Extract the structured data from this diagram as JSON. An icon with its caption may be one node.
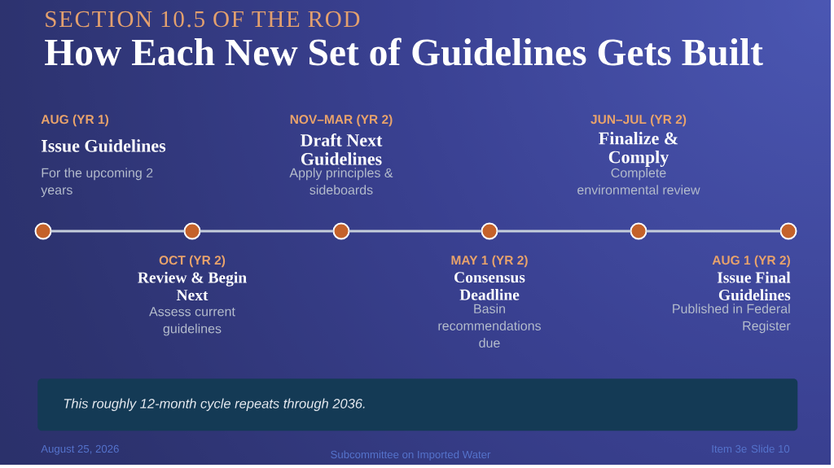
{
  "diagram": {
    "title": "How Each New Set of Guidelines Gets Built",
    "nodes": [
      {
        "text": [],
        "shape": "circle",
        "beside": [
          "AUG (YR 1)",
          "Issue Guidelines",
          "For the upcoming 2 years"
        ]
      },
      {
        "text": [],
        "shape": "circle",
        "beside": [
          "OCT (YR 2)",
          "Review & Begin Next",
          "Assess current guidelines"
        ]
      },
      {
        "text": [],
        "shape": "circle",
        "beside": [
          "NOV–MAR (YR 2)",
          "Draft Next Guidelines",
          "Apply principles & sideboards"
        ]
      },
      {
        "text": [],
        "shape": "circle",
        "beside": [
          "MAY 1 (YR 2)",
          "Consensus Deadline",
          "Basin recommendations due"
        ]
      },
      {
        "text": [],
        "shape": "circle",
        "beside": [
          "JUN–JUL (YR 2)",
          "Finalize & Comply",
          "Complete environmental review"
        ]
      },
      {
        "text": [],
        "shape": "circle",
        "beside": [
          "AUG 1 (YR 2)",
          "Issue Final Guidelines",
          "Published in Federal Register"
        ]
      },
      {
        "text": [
          "This roughly 12-month cycle repeats through 2036."
        ]
      }
    ],
    "edges": [
      {
        "from": 0,
        "to": 1,
        "arrow": "none"
      },
      {
        "from": 1,
        "to": 2,
        "arrow": "none"
      },
      {
        "from": 2,
        "to": 3,
        "arrow": "none"
      },
      {
        "from": 3,
        "to": 4,
        "arrow": "none"
      },
      {
        "from": 4,
        "to": 5,
        "arrow": "none"
      }
    ],
    "labels": [
      "SECTION 10.5 OF THE ROD",
      "August 25, 2026",
      "Subcommittee on Imported Water",
      "Item 3e",
      "Slide 10"
    ]
  }
}
